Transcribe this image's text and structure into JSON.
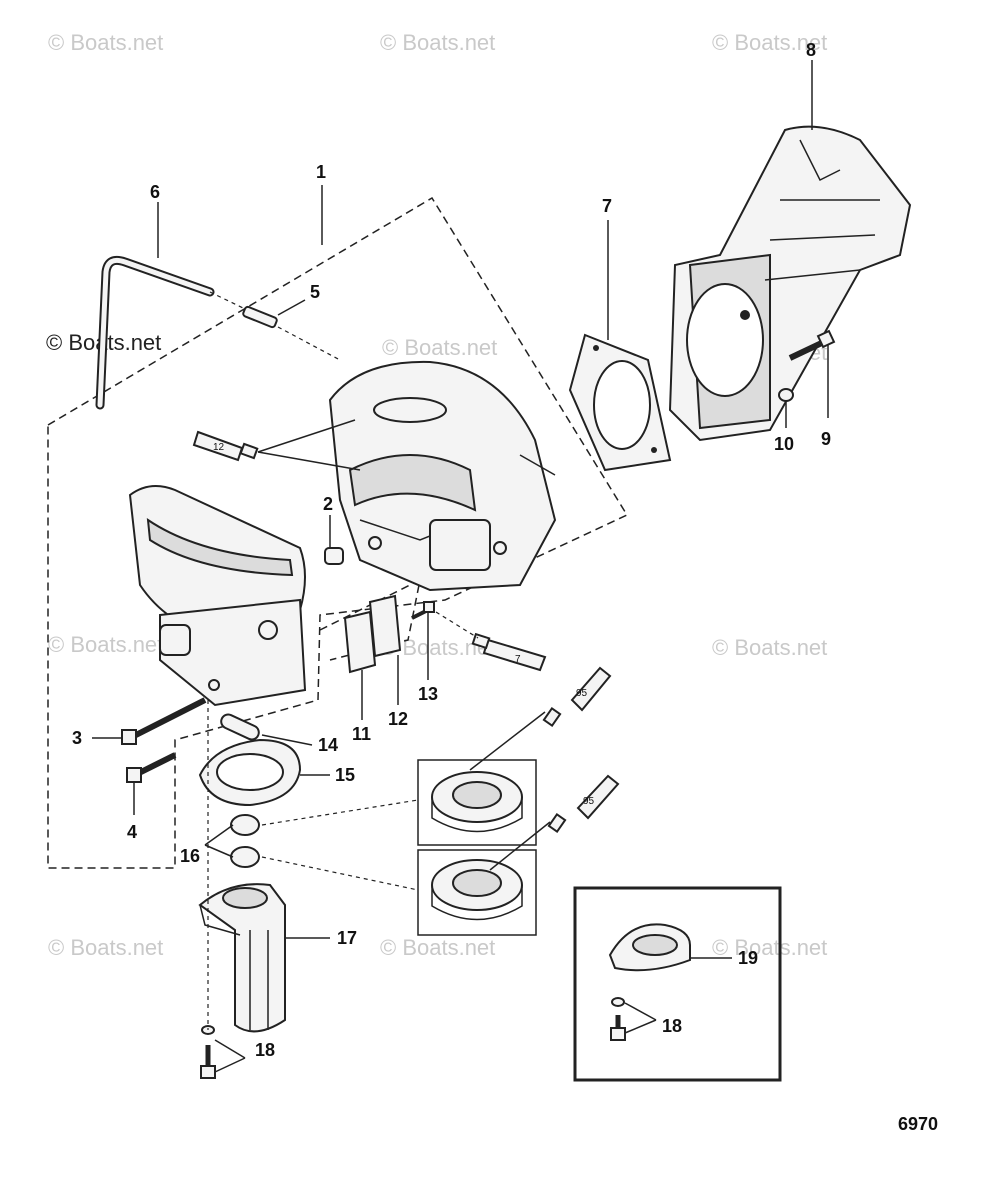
{
  "watermarks": {
    "text": "© Boats.net"
  },
  "callouts": {
    "c1": "1",
    "c2": "2",
    "c3": "3",
    "c4": "4",
    "c5": "5",
    "c6": "6",
    "c7": "7",
    "c8": "8",
    "c9": "9",
    "c10": "10",
    "c11": "11",
    "c12": "12",
    "c13": "13",
    "c14": "14",
    "c15": "15",
    "c16": "16",
    "c17": "17",
    "c18a": "18",
    "c18b": "18",
    "c19": "19"
  },
  "tubes": {
    "t12": "12",
    "t7": "7",
    "t95a": "95",
    "t95b": "95"
  },
  "figure_number": "6970",
  "colors": {
    "ink": "#222222",
    "watermark": "#c9c9c9",
    "background": "#ffffff"
  }
}
